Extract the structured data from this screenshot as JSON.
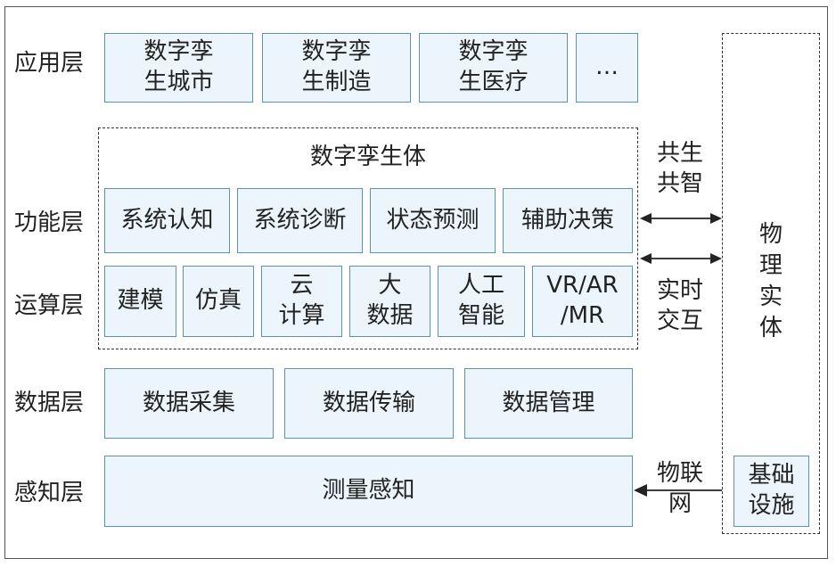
{
  "layers": {
    "application": "应用层",
    "function": "功能层",
    "computation": "运算层",
    "data": "数据层",
    "perception": "感知层"
  },
  "application_boxes": [
    [
      "数字孪",
      "生城市"
    ],
    [
      "数字孪",
      "生制造"
    ],
    [
      "数字孪",
      "生医疗"
    ],
    [
      "…"
    ]
  ],
  "twin": {
    "title": "数字孪生体",
    "functions": [
      "系统认知",
      "系统诊断",
      "状态预测",
      "辅助决策"
    ],
    "computations": [
      [
        "建模"
      ],
      [
        "仿真"
      ],
      [
        "云",
        "计算"
      ],
      [
        "大",
        "数据"
      ],
      [
        "人工",
        "智能"
      ],
      [
        "VR/AR",
        "/MR"
      ]
    ]
  },
  "data_boxes": [
    "数据采集",
    "数据传输",
    "数据管理"
  ],
  "perception_box": "测量感知",
  "arrows": {
    "coexist": [
      "共生",
      "共智"
    ],
    "interact": [
      "实时",
      "交互"
    ],
    "iot": [
      "物联",
      "网"
    ]
  },
  "physical": {
    "title": [
      "物",
      "理",
      "实",
      "体"
    ],
    "infra": [
      "基础",
      "设施"
    ]
  }
}
